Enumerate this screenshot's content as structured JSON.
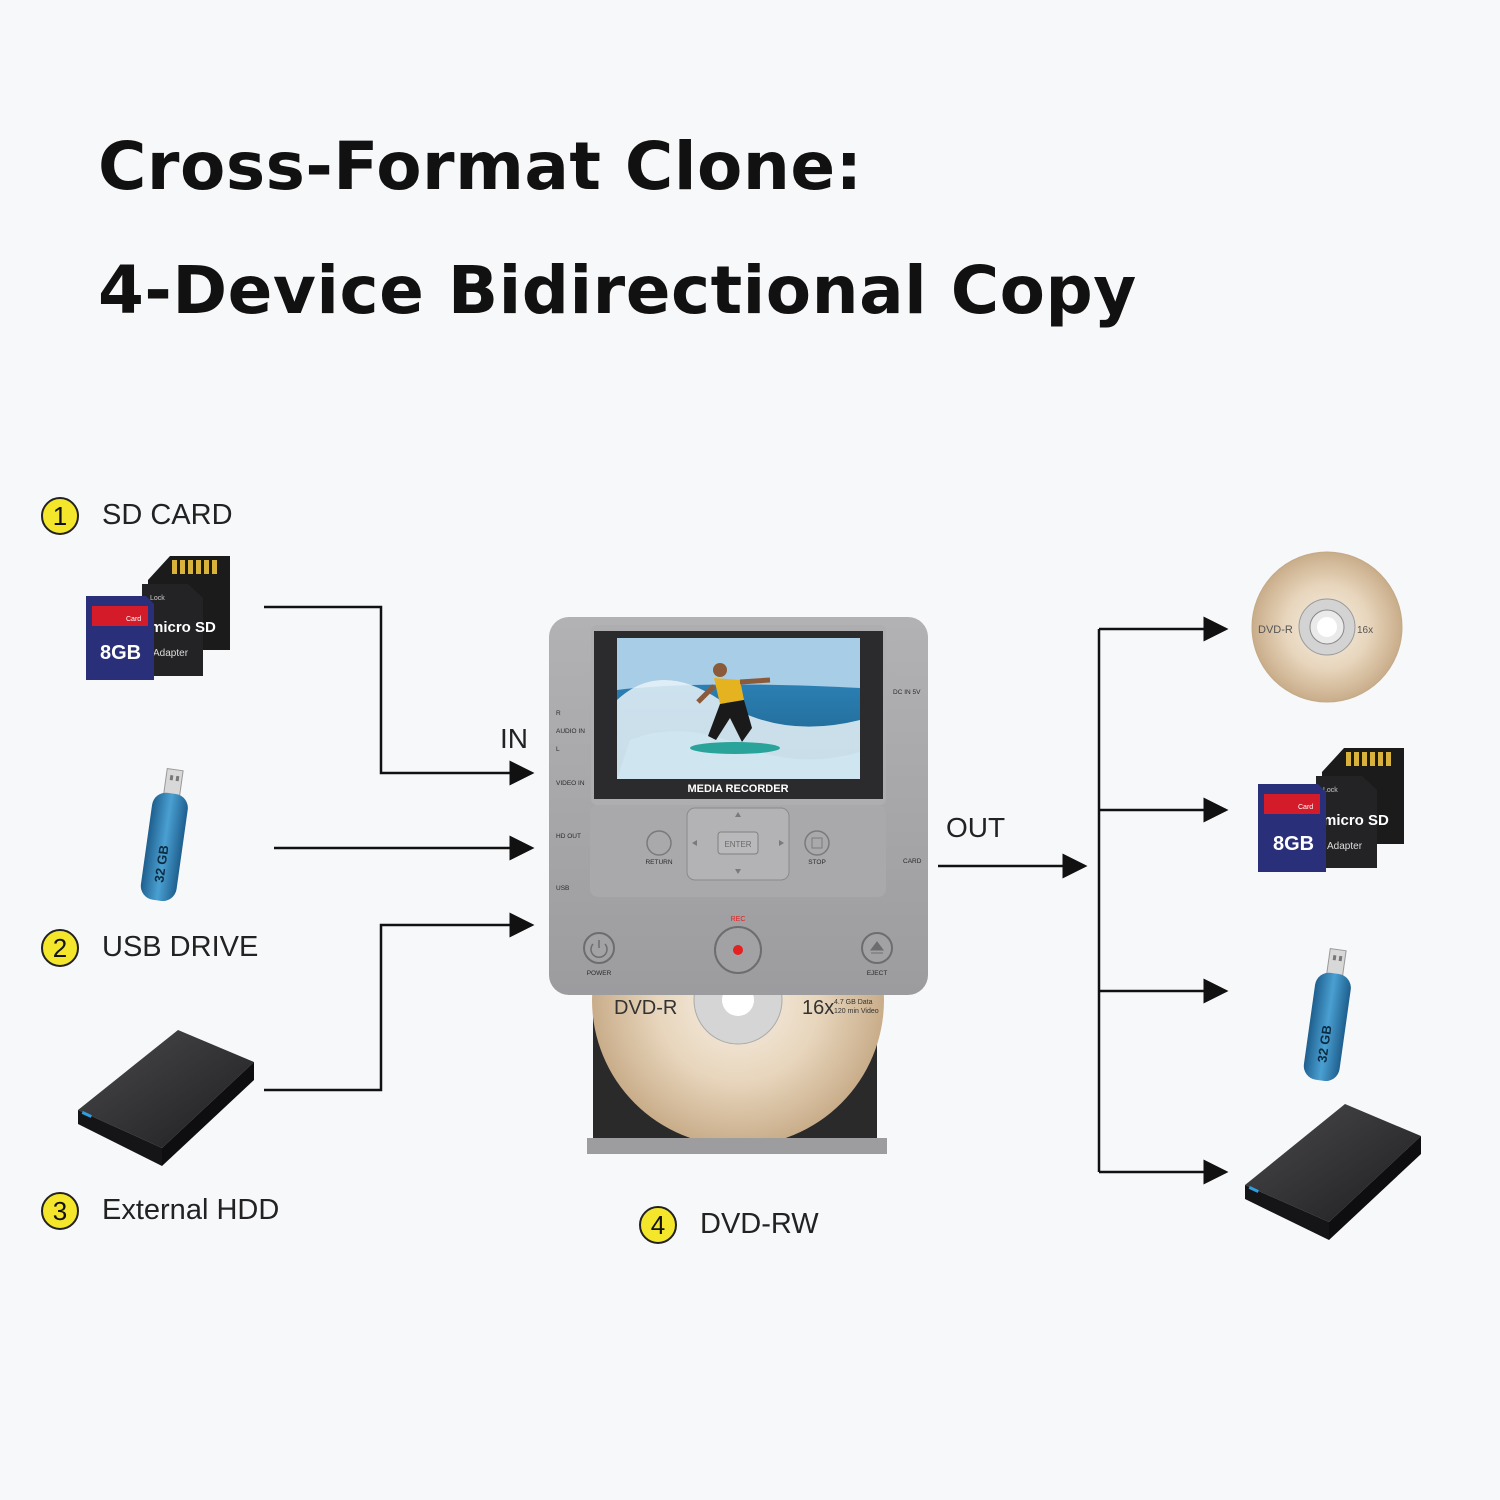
{
  "title": {
    "line1": "Cross-Format Clone:",
    "line2": "4-Device Bidirectional Copy"
  },
  "devices": [
    {
      "number": "1",
      "label": "SD CARD"
    },
    {
      "number": "2",
      "label": "USB DRIVE"
    },
    {
      "number": "3",
      "label": "External HDD"
    },
    {
      "number": "4",
      "label": "DVD-RW"
    }
  ],
  "flow": {
    "in_label": "IN",
    "out_label": "OUT"
  },
  "recorder": {
    "name": "MEDIA RECORDER",
    "ports": {
      "audio_r": "R",
      "audio_in": "AUDIO IN",
      "audio_l": "L",
      "video_in": "VIDEO IN",
      "hd_out": "HD OUT",
      "usb": "USB",
      "dc_in": "DC IN 5V",
      "card": "CARD"
    },
    "buttons": {
      "enter": "ENTER",
      "return": "RETURN",
      "stop": "STOP",
      "rec": "REC",
      "power": "POWER",
      "eject": "EJECT"
    }
  },
  "media": {
    "sd_card_capacity": "8GB",
    "sd_card_tag": "Card",
    "micro_lock": "Lock",
    "micro_brand": "micro SD",
    "adapter": "Adapter",
    "usb_capacity": "32 GB",
    "disc_label": "DVD-R",
    "disc_speed": "16x",
    "disc_data": "4.7 GB Data",
    "disc_video": "120 min Video"
  },
  "colors": {
    "badge": "#f4e62a",
    "recorder_body": "#a4a4a6",
    "usb_body": "#3a86b8",
    "sd_card": "#2a2f7a",
    "sd_red": "#d41b2a",
    "rec_dot": "#e52020"
  }
}
